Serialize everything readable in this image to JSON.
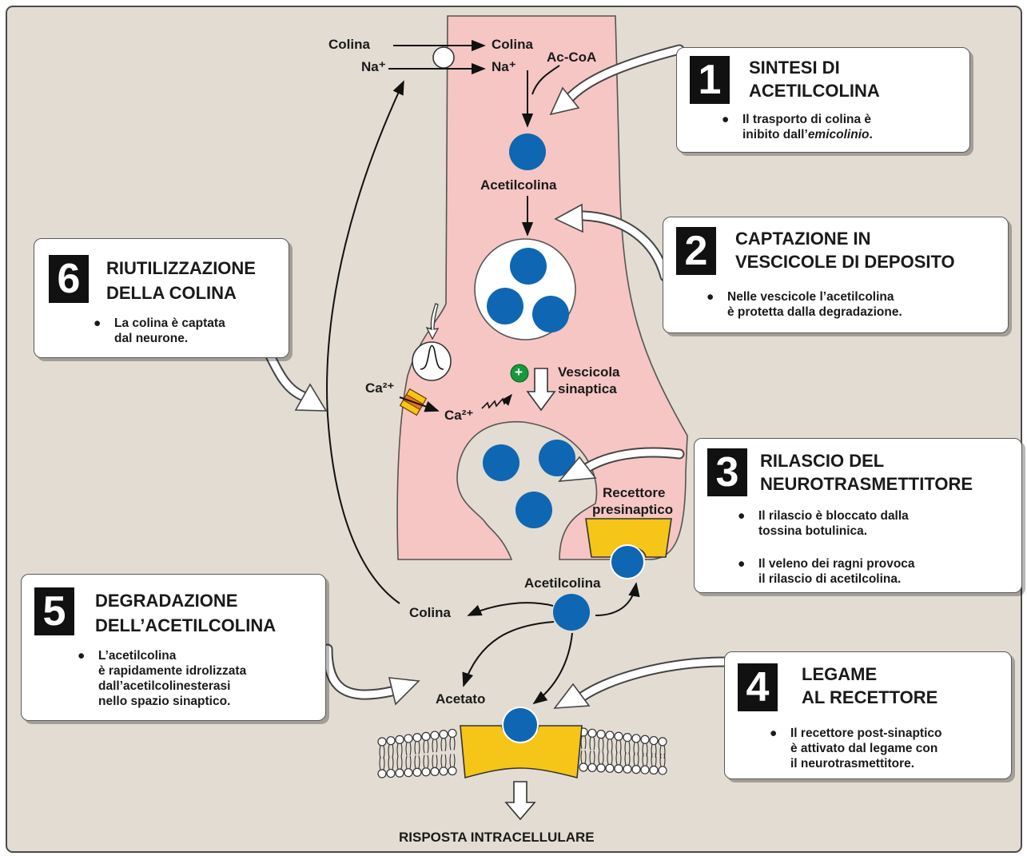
{
  "presynaptic": {
    "choline_in": "Colina",
    "sodium_in": "Na⁺",
    "choline_out": "Colina",
    "sodium_out": "Na⁺",
    "acetyl_coa": "Ac-CoA",
    "acetylcholine": "Acetilcolina",
    "calcium_out": "Ca²⁺",
    "calcium_in": "Ca²⁺",
    "plus_sign": "+",
    "vesicle_label_line1": "Vescicola",
    "vesicle_label_line2": "sinaptica",
    "receptor_label_line1": "Recettore",
    "receptor_label_line2": "presinaptico"
  },
  "cleft": {
    "acetylcholine": "Acetilcolina",
    "choline": "Colina",
    "acetate": "Acetato",
    "response": "RISPOSTA INTRACELLULARE"
  },
  "steps": [
    {
      "number": "1",
      "title_line1": "SINTESI DI",
      "title_line2": "ACETILCOLINA",
      "bullets": [
        {
          "line1": "Il trasporto di colina è",
          "line2_prefix": "inibito dall’",
          "line2_italic": "emicolinio",
          "line2_suffix": "."
        }
      ]
    },
    {
      "number": "2",
      "title_line1": "CAPTAZIONE IN",
      "title_line2": "VESCICOLE DI DEPOSITO",
      "bullets": [
        {
          "line1": "Nelle vescicole l’acetilcolina",
          "line2": "è protetta dalla degradazione."
        }
      ]
    },
    {
      "number": "3",
      "title_line1": "RILASCIO DEL",
      "title_line2": "NEUROTRASMETTITORE",
      "bullets": [
        {
          "line1": "Il rilascio è bloccato dalla",
          "line2": "tossina botulinica."
        },
        {
          "line1": "Il veleno dei ragni provoca",
          "line2": "il rilascio di acetilcolina."
        }
      ]
    },
    {
      "number": "4",
      "title_line1": "LEGAME",
      "title_line2": "AL RECETTORE",
      "bullets": [
        {
          "line1": "Il recettore post-sinaptico",
          "line2": "è attivato dal legame con",
          "line3": "il neurotrasmettitore."
        }
      ]
    },
    {
      "number": "5",
      "title_line1": "DEGRADAZIONE",
      "title_line2": "DELL’ACETILCOLINA",
      "bullets": [
        {
          "line1": "L’acetilcolina",
          "line2": "è rapidamente idrolizzata",
          "line3": "dall’acetilcolinesterasi",
          "line4": "nello spazio sinaptico."
        }
      ]
    },
    {
      "number": "6",
      "title_line1": "RIUTILIZZAZIONE",
      "title_line2": "DELLA COLINA",
      "bullets": [
        {
          "line1": "La colina è captata",
          "line2": "dal neurone."
        }
      ]
    }
  ],
  "colors": {
    "background": "#e2dcd2",
    "neuron": "#f6c6c4",
    "molecule": "#0f66b3",
    "receptor": "#f5c518",
    "plus_badge": "#159a3b",
    "ca_channel": "#e8731e"
  }
}
